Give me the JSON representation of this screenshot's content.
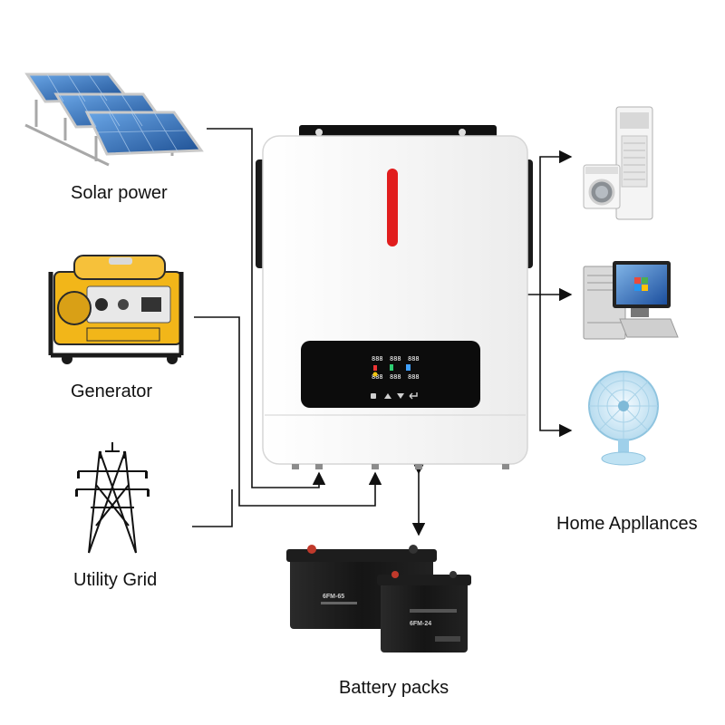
{
  "labels": {
    "solar": "Solar power",
    "generator": "Generator",
    "grid": "Utility Grid",
    "appliances": "Home Appllances",
    "battery": "Battery packs"
  },
  "inverter": {
    "display_readouts": [
      "888",
      "888",
      "888",
      "888",
      "888",
      "888"
    ]
  },
  "batteries": {
    "large_model": "6FM-65",
    "small_model": "6FM-24"
  },
  "icons": [
    "solar-panel-icon",
    "generator-icon",
    "power-tower-icon",
    "air-conditioner-icon",
    "washing-machine-icon",
    "desktop-computer-icon",
    "fan-icon",
    "battery-icon"
  ],
  "colors": {
    "inverter_body": "#f7f7f7",
    "inverter_accent": "#e11d1d",
    "display": "#0c0c0c",
    "line": "#111111",
    "solar_cell": "#2f6fb8",
    "generator": "#f2b619"
  }
}
